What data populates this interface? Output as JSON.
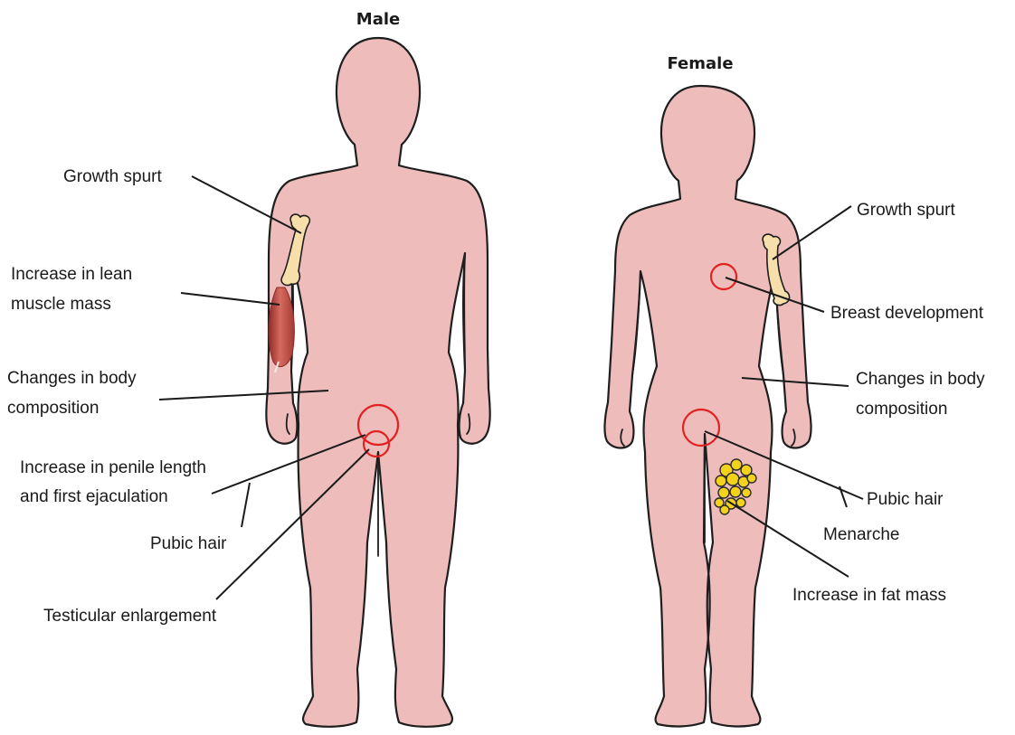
{
  "titles": {
    "male": "Male",
    "female": "Female"
  },
  "male_labels": {
    "growth_spurt": "Growth spurt",
    "lean_muscle_line1": "Increase in lean",
    "lean_muscle_line2": "muscle mass",
    "body_comp_line1": "Changes in body",
    "body_comp_line2": "composition",
    "penile_line1": "Increase in penile length",
    "penile_line2": "and first ejaculation",
    "pubic_hair": "Pubic hair",
    "testicular": "Testicular enlargement"
  },
  "female_labels": {
    "growth_spurt": "Growth spurt",
    "breast": "Breast development",
    "body_comp_line1": "Changes in body",
    "body_comp_line2": "composition",
    "pubic_hair": "Pubic hair",
    "menarche": "Menarche",
    "fat_mass": "Increase in fat mass"
  },
  "colors": {
    "skin": "#efbcbc",
    "outline": "#1e1e1e",
    "highlight_ring": "#e02222",
    "bone": "#f6dfaa",
    "fat": "#f3d21c",
    "muscle": "#c9504a"
  }
}
